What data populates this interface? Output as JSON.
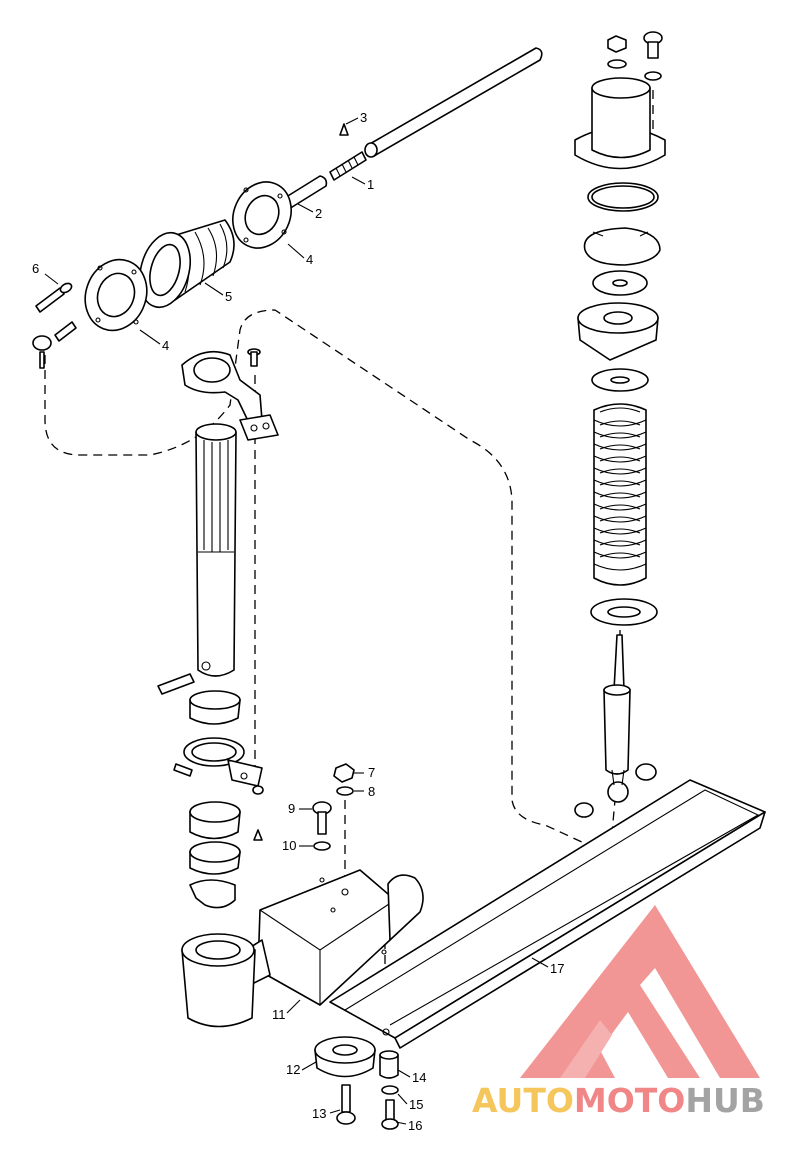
{
  "callouts": {
    "c1": "1",
    "c2": "2",
    "c3": "3",
    "c4a": "4",
    "c4b": "4",
    "c5": "5",
    "c6": "6",
    "c7": "7",
    "c8": "8",
    "c9": "9",
    "c10": "10",
    "c11": "11",
    "c12": "12",
    "c13": "13",
    "c14": "14",
    "c15": "15",
    "c16": "16",
    "c17": "17"
  },
  "watermark": {
    "auto": "AUTO",
    "moto": "MOTO",
    "hub": "HUB",
    "colors": {
      "auto": "#f5c04a",
      "moto": "#ef7a7a",
      "hub": "#9a9a9a",
      "logo": "#f08a8a"
    }
  }
}
